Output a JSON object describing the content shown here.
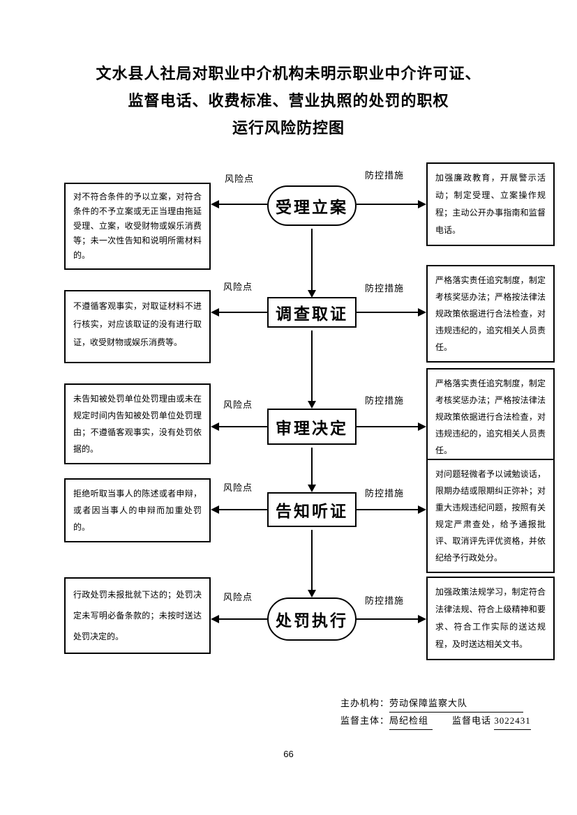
{
  "title": {
    "line1": "文水县人社局对职业中介机构未明示职业中介许可证、",
    "line2": "监督电话、收费标准、营业执照的处罚的职权",
    "line3": "运行风险防控图"
  },
  "labels": {
    "risk": "风险点",
    "control": "防控措施"
  },
  "flow": {
    "steps": [
      {
        "name": "受理立案",
        "risk": "对不符合条件的予以立案，对符合条件的不予立案或无正当理由拖延受理、立案，收受财物或娱乐消费等；未一次性告知和说明所需材料的。",
        "measure": "加强廉政教育，开展警示活动；制定受理、立案操作规程；主动公开办事指南和监督电话。"
      },
      {
        "name": "调查取证",
        "risk": "不遵循客观事实，对取证材料不进行核实，对应该取证的没有进行取证，收受财物或娱乐消费等。",
        "measure": "严格落实责任追究制度，制定考核奖惩办法；严格按法律法规政策依据进行合法检查，对违规违纪的，追究相关人员责任。"
      },
      {
        "name": "审理决定",
        "risk": "未告知被处罚单位处罚理由或未在规定时间内告知被处罚单位处罚理由；不遵循客观事实，没有处罚依据的。",
        "measure": "严格落实责任追究制度，制定考核奖惩办法；严格按法律法规政策依据进行合法检查，对违规违纪的，追究相关人员责任。"
      },
      {
        "name": "告知听证",
        "risk": "拒绝听取当事人的陈述或者申辩，或者因当事人的申辩而加重处罚的。",
        "measure": "对问题轻微者予以诫勉谈话，限期办结或限期纠正弥补；对重大违规违纪问题，按照有关规定严肃查处，给予通报批评、取消评先评优资格，并依纪给予行政处分。"
      },
      {
        "name": "处罚执行",
        "risk": "行政处罚未报批就下达的；处罚决定未写明必备条款的；未按时送达处罚决定的。",
        "measure": "加强政策法规学习，制定符合法律法规、符合上级精神和要求、符合工作实际的送达规程，及时送达相关文书。"
      }
    ]
  },
  "footer": {
    "host_label": "主办机构：",
    "host_value": "劳动保障监察大队",
    "supervisor_label": "监督主体：",
    "supervisor_value": "局纪检组",
    "phone_label": "监督电话",
    "phone_value": "3022431",
    "page_number": "66"
  }
}
